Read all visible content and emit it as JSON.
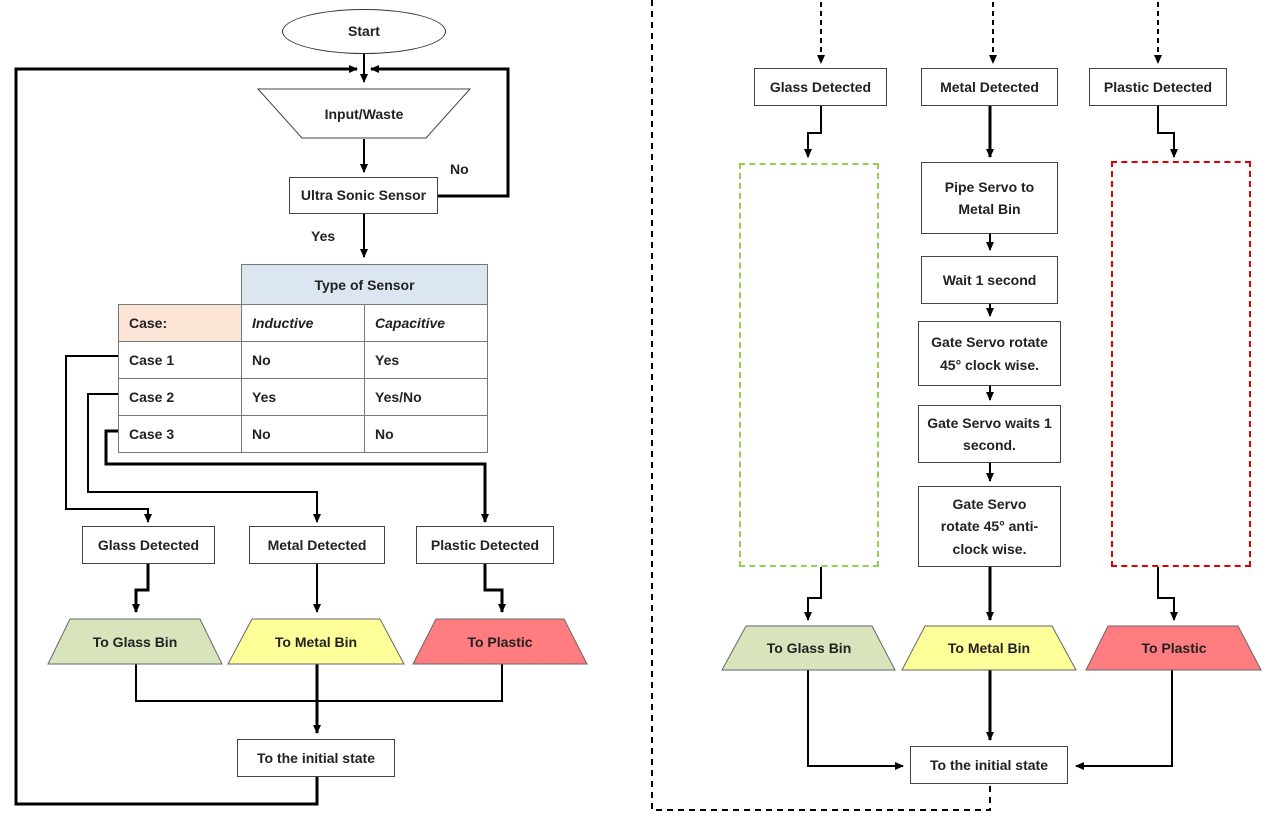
{
  "left": {
    "start": "Start",
    "input": "Input/Waste",
    "sensor": "Ultra Sonic Sensor",
    "no_label": "No",
    "yes_label": "Yes",
    "table": {
      "title": "Type of Sensor",
      "headers": [
        "Case:",
        "Inductive",
        "Capacitive"
      ],
      "rows": [
        [
          "Case 1",
          "No",
          "Yes"
        ],
        [
          "Case 2",
          "Yes",
          "Yes/No"
        ],
        [
          "Case 3",
          "No",
          "No"
        ]
      ]
    },
    "detected": [
      "Glass Detected",
      "Metal Detected",
      "Plastic Detected"
    ],
    "bins": [
      "To Glass Bin",
      "To Metal Bin",
      "To Plastic"
    ],
    "initial": "To the initial state"
  },
  "right": {
    "detected": [
      "Glass Detected",
      "Metal Detected",
      "Plastic Detected"
    ],
    "metal_steps": [
      "Pipe Servo to Metal Bin",
      "Wait 1 second",
      "Gate Servo rotate 45° clock wise.",
      "Gate Servo waits 1 second.",
      "Gate Servo rotate 45° anti-clock wise."
    ],
    "bins": [
      "To Glass Bin",
      "To Metal Bin",
      "To Plastic"
    ],
    "initial": "To the initial state"
  },
  "colors": {
    "glass": "#d8e4bc",
    "metal": "#ffff99",
    "plastic": "#ff7c80",
    "glass_dash": "#92d050",
    "plastic_dash": "#e00000",
    "table_header": "#dce6f1",
    "case_header": "#fce4d6"
  }
}
